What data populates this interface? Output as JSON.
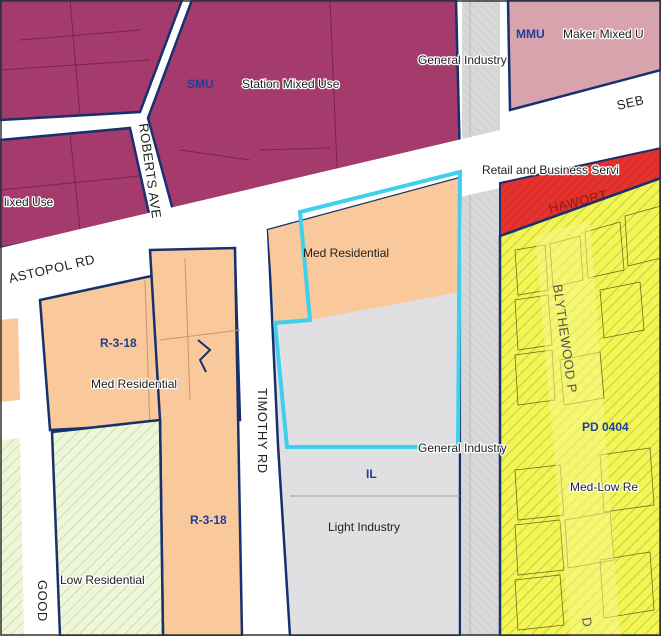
{
  "map": {
    "zones": {
      "smu_code": "SMU",
      "smu_name": "Station Mixed Use",
      "mmu_code": "MMU",
      "mmu_name": "Maker Mixed U",
      "general_industry_top": "General Industry",
      "mixed_use_left": "lixed Use",
      "retail": "Retail and Business Servi",
      "med_residential_parcel": "Med Residential",
      "r318_upper_code": "R-3-18",
      "med_residential_left": "Med Residential",
      "general_industry_mid": "General Industry",
      "pd_code": "PD 0404",
      "med_low_res": "Med-Low Re",
      "il_code": "IL",
      "light_industry": "Light Industry",
      "r318_lower_code": "R-3-18",
      "low_residential": "Low Residential"
    },
    "roads": {
      "sebastopol_left": "ASTOPOL RD",
      "sebastopol_right": "SEB",
      "roberts_ave": "ROBERTS AVE",
      "timothy_rd": "TIMOTHY RD",
      "haworth": "HAWORT",
      "blythewood": "BLYTHEWOOD P",
      "goodman": "GOOD",
      "blythewood_lower": "D"
    },
    "colors": {
      "mixed_use": "#a53a6d",
      "maker_mixed": "#d9a3ad",
      "retail": "#e5322c",
      "med_residential": "#f9c99b",
      "industry": "#e0e0e2",
      "med_low_res": "#f4f453",
      "low_residential": "#e6f2c8",
      "boundary": "#17306e",
      "highlight": "#3fd0ee",
      "road": "#ffffff"
    }
  }
}
